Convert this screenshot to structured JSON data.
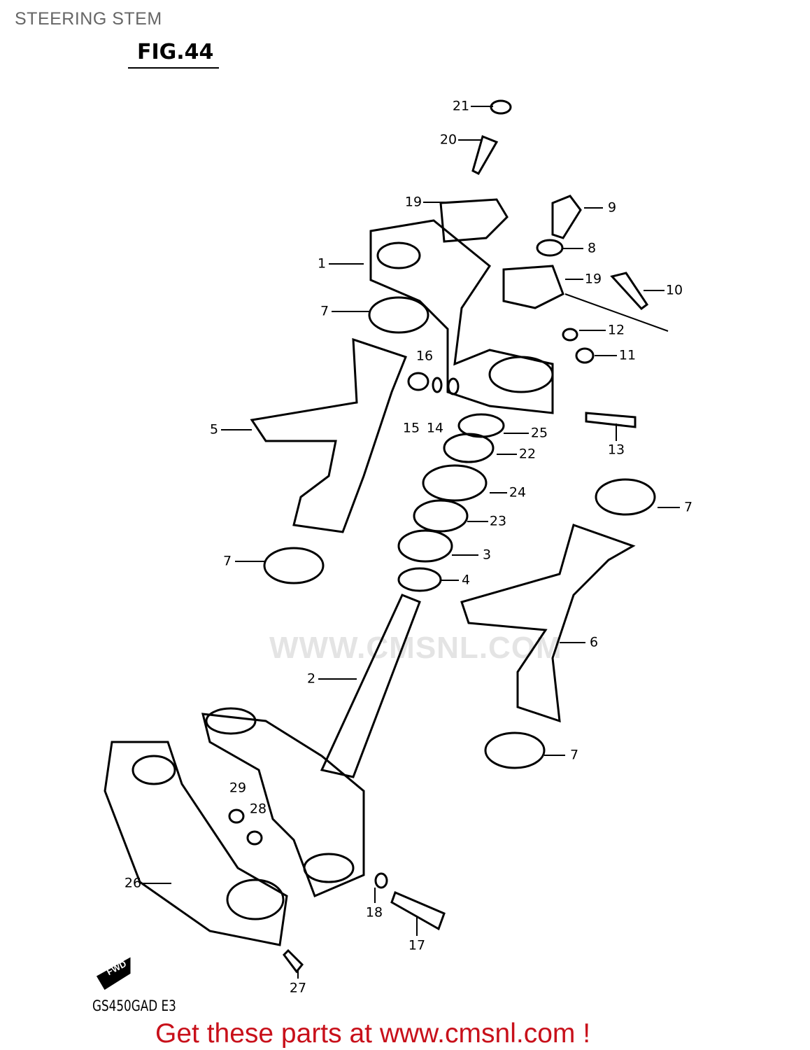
{
  "header": {
    "title": "STEERING STEM",
    "figure": "FIG.44"
  },
  "watermark": "WWW.CMSNL.COM",
  "fwd_label": "FWD",
  "callouts": [
    "21",
    "20",
    "19",
    "9",
    "8",
    "1",
    "19",
    "10",
    "7",
    "12",
    "11",
    "16",
    "15",
    "14",
    "5",
    "25",
    "22",
    "13",
    "24",
    "7",
    "23",
    "7",
    "3",
    "4",
    "6",
    "2",
    "7",
    "29",
    "28",
    "26",
    "18",
    "17",
    "27"
  ],
  "footer": {
    "model": "GS450GAD E3",
    "promo": "Get these parts at www.cmsnl.com !"
  },
  "colors": {
    "promo": "#c8101a",
    "title": "#666666"
  }
}
